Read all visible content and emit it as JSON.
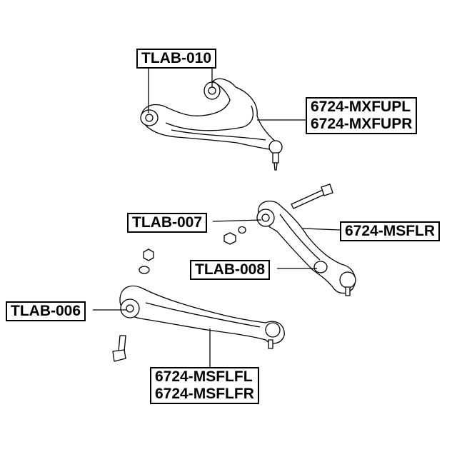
{
  "callouts": {
    "tlab_010": "TLAB-010",
    "tlab_007": "TLAB-007",
    "tlab_008": "TLAB-008",
    "tlab_006": "TLAB-006",
    "upper_arm": [
      "6724-MXFUPL",
      "6724-MXFUPR"
    ],
    "rear_arm": "6724-MSFLR",
    "front_arm": [
      "6724-MSFLFL",
      "6724-MSFLFR"
    ]
  },
  "colors": {
    "ink": "#000000",
    "paper": "#ffffff",
    "part_fill": "#ffffff"
  }
}
